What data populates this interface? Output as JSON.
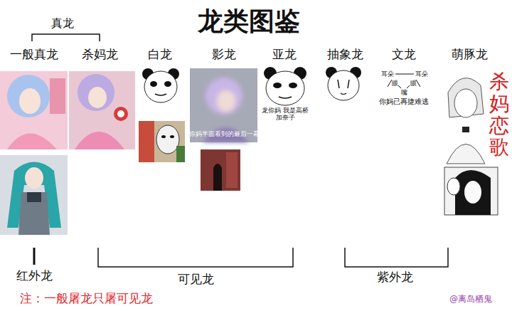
{
  "diagram": {
    "title": "龙类图鉴",
    "labels": [
      "真龙",
      "一般真龙",
      "杀妈龙",
      "白龙",
      "影龙",
      "亚龙",
      "抽象龙",
      "文龙",
      "萌豚龙",
      "你妈半面看到的最后一幕",
      "龙你妈 我是高桥加奈子",
      "耳朵",
      "耳朵",
      "眼",
      "眼",
      "嘴",
      "你妈已再捷难逃",
      "杀妈恋歌",
      "红外龙",
      "可见龙",
      "紫外龙",
      "注：一般屠龙只屠可见龙",
      "@离岛栖鬼"
    ]
  }
}
